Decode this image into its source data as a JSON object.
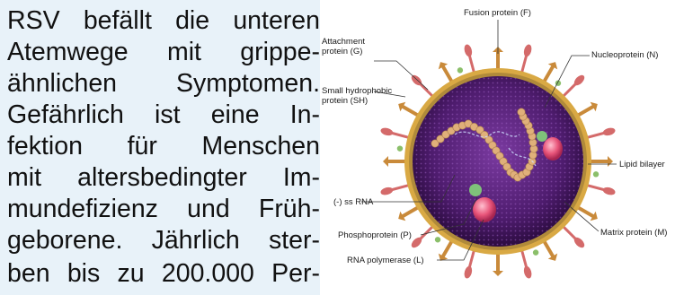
{
  "paragraph": {
    "lines": [
      "RSV befällt die unteren",
      "Atemwege mit grippe-",
      "ähnlichen Symptomen.",
      "Gefährlich ist eine In-",
      "fektion für Menschen",
      "mit altersbedingter Im-",
      "mundefizienz und Früh-",
      "geborene. Jährlich ster-",
      "ben bis zu 200.000 Per-"
    ]
  },
  "diagram": {
    "labels": {
      "fusion": "Fusion protein (F)",
      "attachment_1": "Attachment",
      "attachment_2": "protein (G)",
      "nucleo": "Nucleoprotein (N)",
      "small_1": "Small hydrophobic",
      "small_2": "protein (SH)",
      "lipid": "Lipid bilayer",
      "ssrna": "(-) ss RNA",
      "matrix": "Matrix protein (M)",
      "phospho": "Phosphoprotein (P)",
      "polymerase": "RNA polymerase (L)"
    },
    "colors": {
      "core_inner": "#6b2d8c",
      "core_outer": "#3a1450",
      "envelope": "#d9a944",
      "spike_f": "#c98a3a",
      "spike_g": "#d46a6a",
      "sh": "#8bbf6a",
      "nucleoprotein": "#e0b07a",
      "polymerase": "#e8557a",
      "phospho": "#7fc27a"
    }
  }
}
